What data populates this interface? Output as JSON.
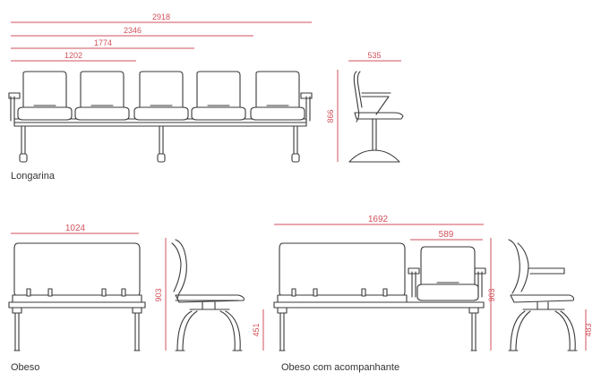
{
  "colors": {
    "dimension_line": "#d2525c",
    "outline": "#3a3a3a",
    "caption": "#333333",
    "background": "#ffffff"
  },
  "longarina": {
    "caption": "Longarina",
    "widths": [
      "2918",
      "2346",
      "1774",
      "1202"
    ],
    "side_depth": "535",
    "side_height": "866"
  },
  "obeso": {
    "caption": "Obeso",
    "width": "1024",
    "height": "903",
    "seat_height": "451"
  },
  "obeso_acompanhante": {
    "caption": "Obeso com acompanhante",
    "width": "1692",
    "chair_width": "589",
    "height": "903",
    "seat_height": "483"
  }
}
